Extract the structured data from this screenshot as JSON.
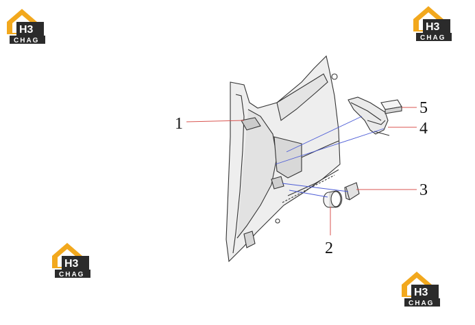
{
  "logos": [
    {
      "mark": "H3",
      "caption": "CHAG"
    },
    {
      "mark": "H3",
      "caption": "CHAG"
    },
    {
      "mark": "H3",
      "caption": "CHAG"
    },
    {
      "mark": "H3",
      "caption": "CHAG"
    }
  ],
  "callouts": [
    {
      "number": "1"
    },
    {
      "number": "2"
    },
    {
      "number": "3"
    },
    {
      "number": "4"
    },
    {
      "number": "5"
    }
  ],
  "colors": {
    "logo_orange": "#f2a81d",
    "logo_dark": "#2b2b2b",
    "leader_red": "#d9534f",
    "leader_blue": "#4b5bd6",
    "outline": "#333333",
    "part_fill": "#e6e6e6"
  }
}
